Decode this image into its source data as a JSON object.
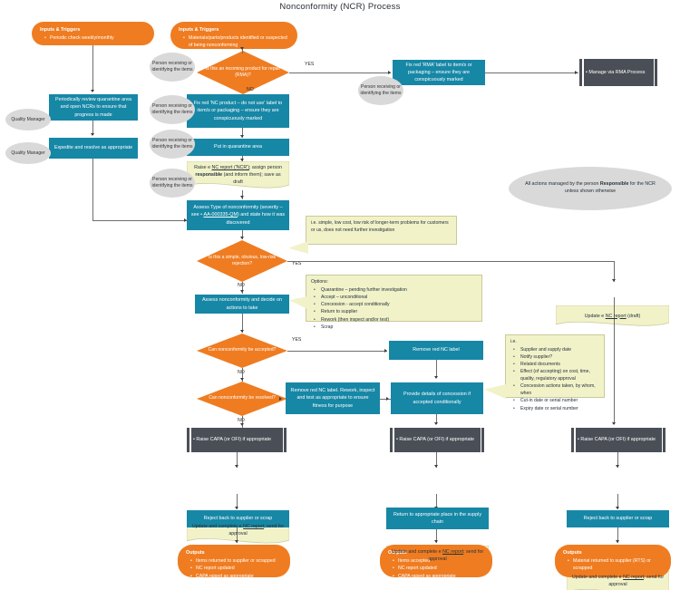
{
  "title": "Nonconformity (NCR) Process",
  "inputs": {
    "left": {
      "heading": "Inputs & Triggers",
      "items": [
        "Periodic check weekly/monthly"
      ]
    },
    "main": {
      "heading": "Inputs & Triggers",
      "items": [
        "Materials/parts/products identified or suspected of being nonconforming"
      ]
    }
  },
  "roles": {
    "quality_manager": "Quality Manager",
    "person_items": "Person receiving or identifying the items"
  },
  "nodes": {
    "periodic_review": "Periodically review quarantine area and open NCRs to ensure that progress is made",
    "expedite": "Expedite and resolve as appropriate",
    "decision_rma": "Is this an incoming product for repair (RMA)?",
    "fix_rma_label": "Fix red 'RMA' label to item/s or packaging – ensure they are conspicuously marked",
    "manage_via_rma": "Manage via RMA Process",
    "fix_nc_label": "Fix red 'NC product – do not use' label to item/s or packaging – ensure they are conspicuously marked",
    "quarantine": "Put in quarantine area",
    "raise_ncr_pre": "Raise e ",
    "raise_ncr_link": "NC report ('NCR')",
    "raise_ncr_mid": "; assign person ",
    "raise_ncr_bold": "responsible",
    "raise_ncr_post": " (and inform them); save as draft",
    "assess_type_pre": "Assess Type of nonconformity (severity – see ",
    "assess_type_link": "AA-000335-QM",
    "assess_type_post": ") and state how it was discovered",
    "decision_simple": "Is this a simple, obvious, low-risk rejection?",
    "assess_actions": "Assess nonconformity and decide on actions to take",
    "decision_accept": "Can nonconformity be accepted?",
    "decision_resolve": "Can nonconformity be resolved?",
    "remove_label": "Remove red NC label",
    "rework": "Remove red NC label. Rework, inspect and test as appropriate to ensure fitness for purpose",
    "concession": "Provide details of concession if accepted conditionally",
    "update_ncr_draft_pre": "Update e ",
    "update_ncr_draft_link": "NC report",
    "update_ncr_draft_post": " (draft)",
    "raise_capa": "Raise CAPA (or OFI) if appropriate",
    "update_complete_pre": "Update and complete e ",
    "update_complete_link": "NC report",
    "update_complete_post": "; send for approval",
    "reject_back": "Reject back to supplier or scrap",
    "return_supply_chain": "Return to appropriate place in the supply chain"
  },
  "notes": {
    "simple_note": "i.e. simple, low cost, low risk of longer-term problems for customers or us, does not need further investigation",
    "options_heading": "Options:",
    "options_items": [
      "Quarantine – pending further investigation",
      "Accept – unconditional",
      "Concession - accept conditionally",
      "Return to supplier",
      "Rework (then inspect and/or test)",
      "Scrap"
    ],
    "concession_heading": "i.e.",
    "concession_items": [
      "Supplier and supply date",
      "Notify supplier?",
      "Related documents",
      "Effect (of accepting) on cost, time, quality, regulatory approval",
      "Concession actions taken, by whom, when",
      "Cut-in date or serial number",
      "Expiry date or serial number"
    ],
    "responsible_pre": "All actions managed by the person ",
    "responsible_bold": "Responsible",
    "responsible_post": " for the NCR unless shown otherwise"
  },
  "edge_labels": {
    "yes": "YES",
    "no": "NO"
  },
  "outputs": {
    "left": {
      "heading": "Outputs",
      "items": [
        "Items returned to supplier or scrapped",
        "NC report updated",
        "CAPA raised as appropriate"
      ]
    },
    "middle": {
      "heading": "Outputs",
      "items": [
        "Items accepted",
        "NC report updated",
        "CAPA raised as appropriate"
      ]
    },
    "right": {
      "heading": "Outputs",
      "items": [
        "Material returned to supplier (RTS) or scrapped"
      ]
    }
  },
  "colors": {
    "orange": "#ef7c21",
    "teal": "#1787a6",
    "dark": "#4a4f57",
    "note": "#f2f2c9",
    "role": "#d9d9d9"
  }
}
